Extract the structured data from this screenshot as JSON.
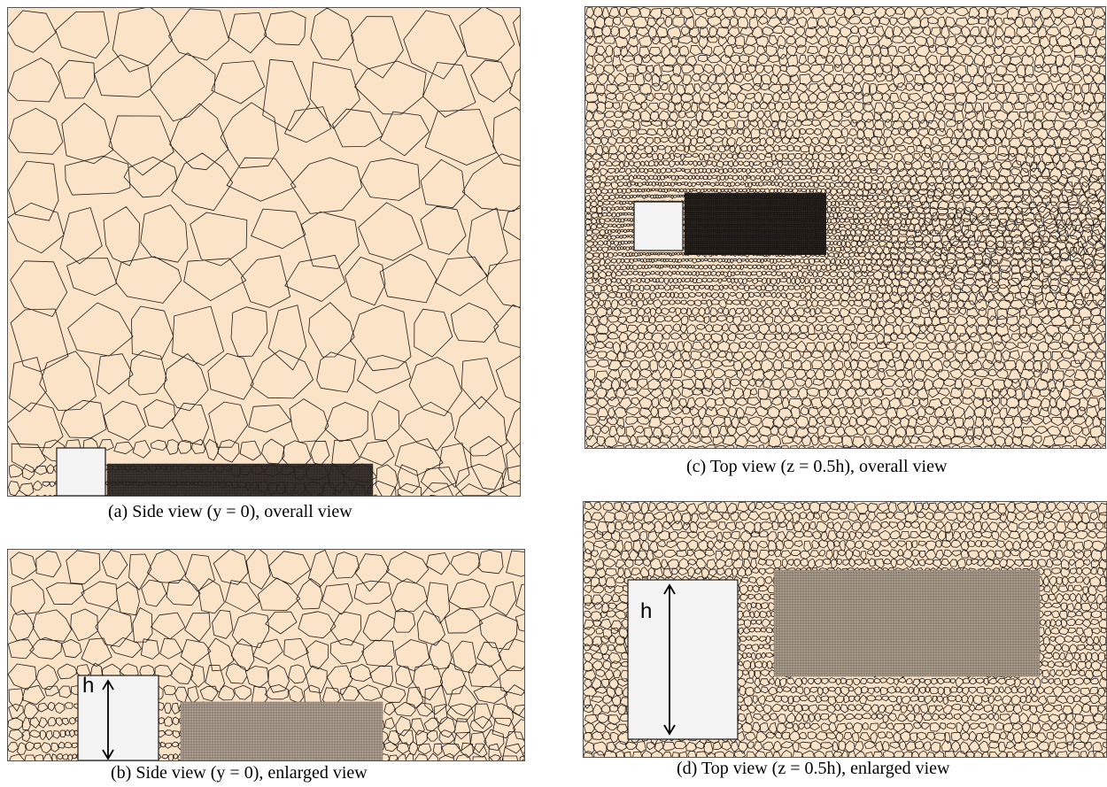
{
  "figure": {
    "panels": [
      {
        "id": "a",
        "caption": "(a) Side view (y = 0), overall view"
      },
      {
        "id": "b",
        "caption": "(b) Side view (y = 0), enlarged view",
        "height_label": "h"
      },
      {
        "id": "c",
        "caption": "(c) Top view (z = 0.5h), overall view"
      },
      {
        "id": "d",
        "caption": "(d) Top view (z = 0.5h), enlarged view",
        "height_label": "h"
      }
    ]
  },
  "colors": {
    "mesh_fill": "#fbe3c8",
    "mesh_line": "#1a1a1a",
    "obstacle_fill": "#f4f4f4",
    "panel_border": "#555555"
  }
}
